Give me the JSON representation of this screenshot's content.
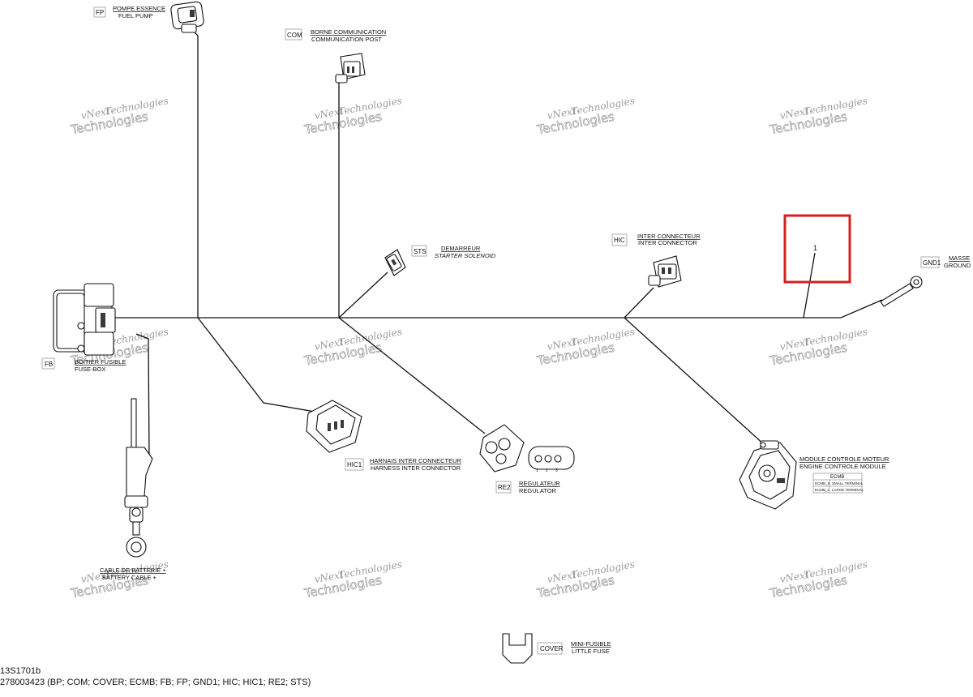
{
  "watermark": {
    "line1": "vNext",
    "line2": "Technologies"
  },
  "components": {
    "fp": {
      "tag": "FP",
      "label_fr": "POMPE ESSENCE",
      "label_en": "FUEL PUMP"
    },
    "com": {
      "tag": "COM",
      "label_fr": "BORNE COMMUNICATION",
      "label_en": "COMMUNICATION POST"
    },
    "sts": {
      "tag": "STS",
      "label_fr": "DEMARREUR",
      "label_en": "STARTER SOLENOID"
    },
    "hic": {
      "tag": "HIC",
      "label_fr": "INTER CONNECTEUR",
      "label_en": "INTER CONNECTOR"
    },
    "gnd1": {
      "tag": "GND1",
      "label_fr": "MASSE",
      "label_en": "GROUND"
    },
    "fb": {
      "tag": "FB",
      "label_fr": "BOITIER FUSIBLE",
      "label_en": "FUSE-BOX"
    },
    "hic1": {
      "tag": "HIC1",
      "label_fr": "HARNAIS INTER CONNECTEUR",
      "label_en": "HARNESS INTER CONNECTOR"
    },
    "re2": {
      "tag": "RE2",
      "label_fr": "REGULATEUR",
      "label_en": "REGULATOR",
      "pins": [
        "1",
        "2",
        "3"
      ]
    },
    "ecmb": {
      "label_fr": "MODULE CONTROLE MOTEUR",
      "label_en": "ENGINE CONTROLE MODULE",
      "table_header": "ECMB",
      "rows": [
        {
          "code": "ECMB_S",
          "desc": "SMALL TERMINAL"
        },
        {
          "code": "ECMB_L",
          "desc": "LARGE TERMINAL"
        }
      ]
    },
    "bp": {
      "label_fr": "CABLE DE BATTERIE +",
      "label_en": "BATTERY CABLE +"
    },
    "cover": {
      "tag": "COVER",
      "label_fr": "MINI-FUSIBLE",
      "label_en": "LITTLE FUSE"
    }
  },
  "callout": {
    "number": "1",
    "highlight_color": "#d42020"
  },
  "footer": {
    "code": "13S1701b",
    "parts": "278003423 (BP; COM; COVER; ECMB; FB; FP; GND1; HIC; HIC1; RE2; STS)"
  }
}
